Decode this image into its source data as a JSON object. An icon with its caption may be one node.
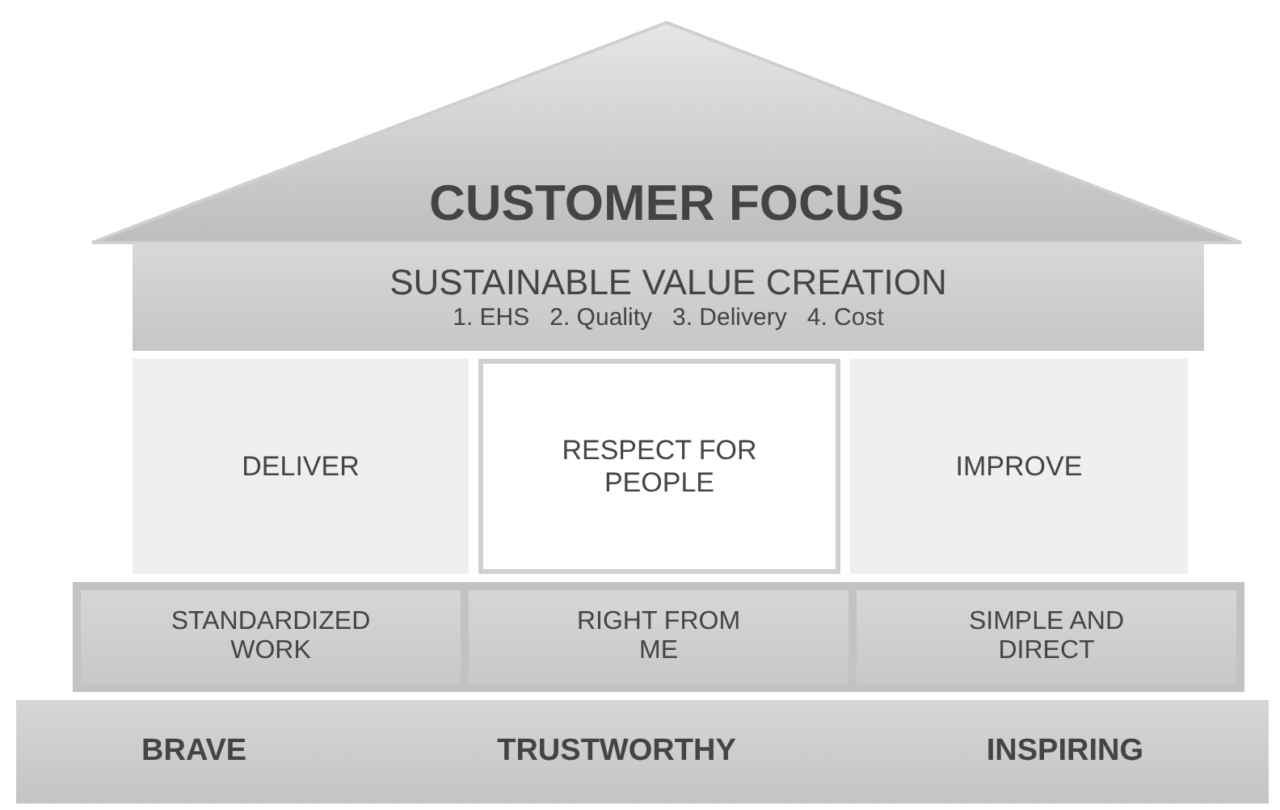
{
  "diagram": {
    "nodes": [
      {
        "text": [
          "CUSTOMER FOCUS"
        ]
      },
      {
        "text": [
          "SUSTAINABLE VALUE CREATION",
          "1. EHS   2. Quality   3. Delivery   4. Cost"
        ]
      },
      {
        "text": [
          "DELIVER"
        ]
      },
      {
        "text": [
          "RESPECT FOR PEOPLE"
        ]
      },
      {
        "text": [
          "IMPROVE"
        ]
      },
      {
        "text": [],
        "shape": "box"
      },
      {
        "text": [
          "STANDARDIZED WORK"
        ],
        "in": 5
      },
      {
        "text": [
          "RIGHT FROM ME"
        ],
        "in": 5
      },
      {
        "text": [
          "SIMPLE AND DIRECT"
        ],
        "in": 5
      },
      {
        "text": [
          "BRAVE",
          "TRUSTWORTHY",
          "INSPIRING"
        ]
      }
    ]
  }
}
